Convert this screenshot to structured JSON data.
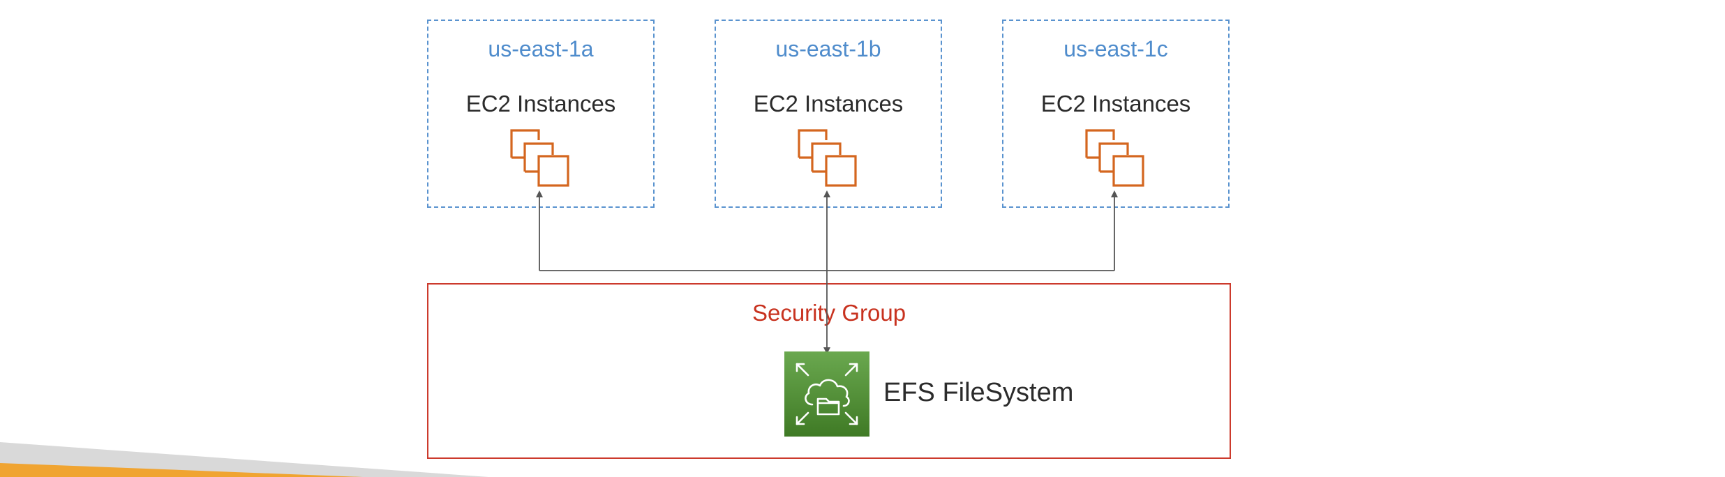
{
  "zones": [
    {
      "name": "us-east-1a",
      "instances_label": "EC2 Instances"
    },
    {
      "name": "us-east-1b",
      "instances_label": "EC2 Instances"
    },
    {
      "name": "us-east-1c",
      "instances_label": "EC2 Instances"
    }
  ],
  "security_group": {
    "label": "Security Group"
  },
  "efs": {
    "label": "EFS FileSystem",
    "icon": "efs-filesystem-icon"
  },
  "colors": {
    "az_border": "#5a93cf",
    "az_text": "#4f8ccc",
    "ec2_orange": "#d4661f",
    "sg_border": "#cc3a2c",
    "sg_text": "#c8321f",
    "efs_green_top": "#6aa84f",
    "efs_green_bottom": "#3f7a25",
    "arrow": "#555555",
    "swoosh_gray": "#d4d4d4",
    "swoosh_orange": "#f0a431"
  }
}
